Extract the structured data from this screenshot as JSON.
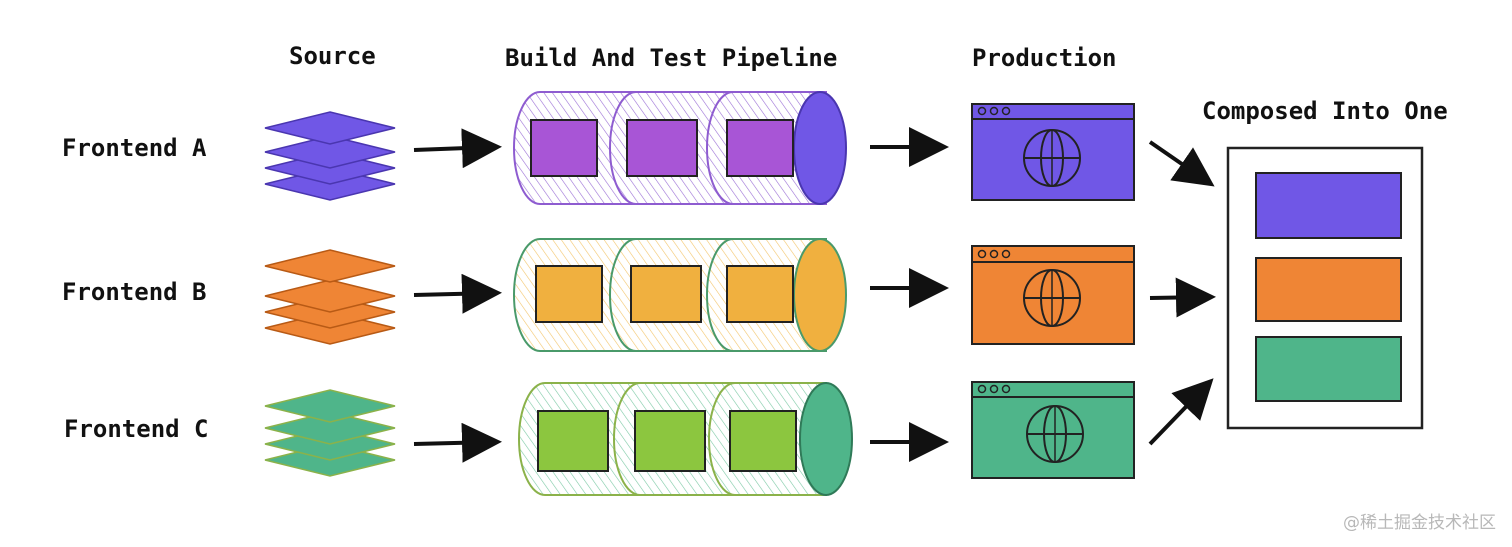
{
  "headers": {
    "source": "Source",
    "pipeline": "Build And Test Pipeline",
    "production": "Production",
    "composed": "Composed Into One"
  },
  "rows": [
    {
      "label": "Frontend A",
      "color": "#7057e6",
      "box_color": "#a855d6",
      "hatch_color": "#9b6fd6"
    },
    {
      "label": "Frontend B",
      "color": "#ef8535",
      "box_color": "#f0b03f",
      "hatch_color": "#f3c56b"
    },
    {
      "label": "Frontend C",
      "color": "#4fb58a",
      "box_color": "#8cc63f",
      "hatch_color": "#7cc9a5"
    }
  ],
  "watermark": "@稀土掘金技术社区"
}
